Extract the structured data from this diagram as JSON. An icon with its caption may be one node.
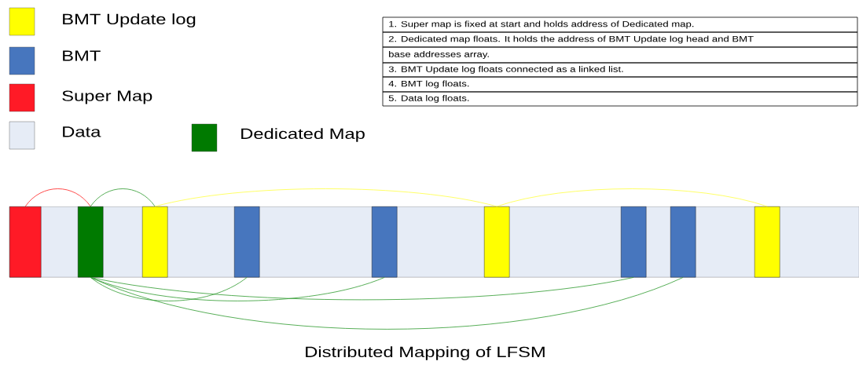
{
  "diagram": {
    "caption": "Distributed Mapping of LFSM",
    "nodes": [
      {
        "text": [],
        "shape": "bar"
      },
      {
        "text": [],
        "shape": "box",
        "in": 0
      },
      {
        "text": [],
        "shape": "box",
        "in": 0
      },
      {
        "text": [],
        "shape": "box",
        "in": 0
      },
      {
        "text": [],
        "shape": "box",
        "in": 0
      },
      {
        "text": [],
        "shape": "box",
        "in": 0
      },
      {
        "text": [],
        "shape": "box",
        "in": 0
      },
      {
        "text": [],
        "shape": "box",
        "in": 0
      },
      {
        "text": [],
        "shape": "box",
        "in": 0
      },
      {
        "text": [],
        "shape": "box",
        "in": 0
      }
    ],
    "edges": [
      {
        "from": 1,
        "to": 2,
        "arrow": "none",
        "color": "#ff2020"
      },
      {
        "from": 2,
        "to": 3,
        "arrow": "none"
      },
      {
        "from": 3,
        "to": 6,
        "arrow": "none",
        "color": "#ffff40"
      },
      {
        "from": 6,
        "to": 9,
        "arrow": "none",
        "color": "#ffff40"
      },
      {
        "from": 2,
        "to": 4,
        "arrow": "none"
      },
      {
        "from": 2,
        "to": 5,
        "arrow": "none"
      },
      {
        "from": 2,
        "to": 7,
        "arrow": "none"
      },
      {
        "from": 2,
        "to": 8,
        "arrow": "none"
      }
    ],
    "labels": [
      "1. Super map is fixed at start and holds address of Dedicated map.",
      "2. Dedicated map floats. It holds the address of BMT Update log head and BMT",
      "base addresses array.",
      "3. BMT Update log floats connected as a linked list.",
      "4. BMT log floats.",
      "5. Data log floats."
    ],
    "legend": [
      {
        "text": "BMT Update log",
        "color": "#ffff00"
      },
      {
        "text": "BMT",
        "color": "#4776be"
      },
      {
        "text": "Super Map",
        "color": "#ff1a26"
      },
      {
        "text": "Data",
        "color": "#e6ecf6"
      },
      {
        "text": "Dedicated Map",
        "color": "#007a00"
      }
    ]
  }
}
